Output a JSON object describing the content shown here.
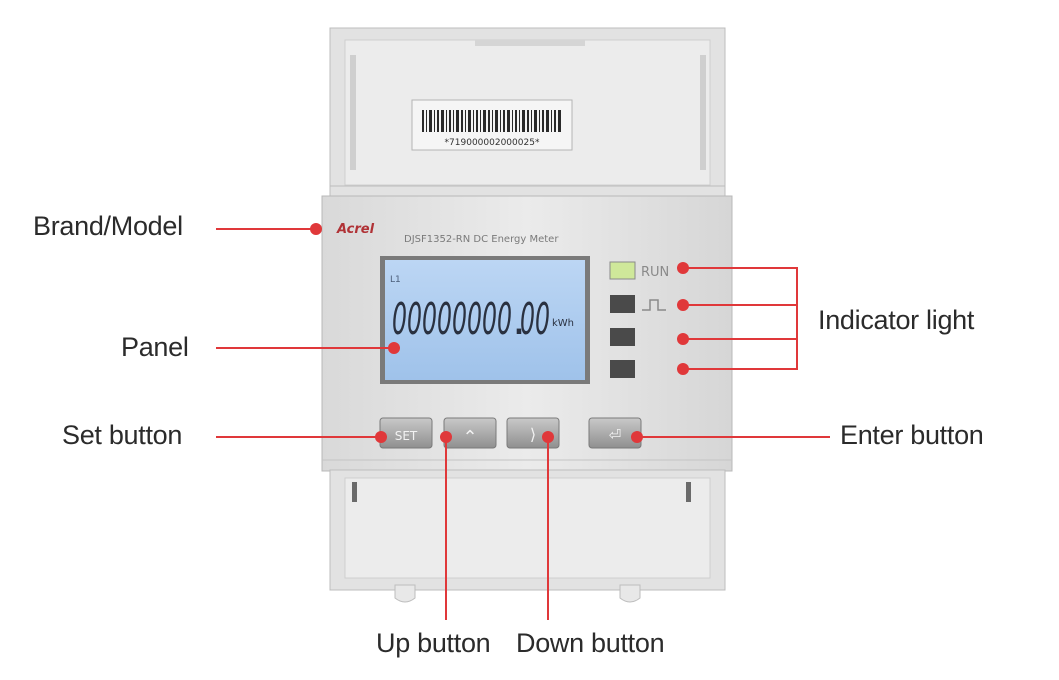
{
  "callouts": {
    "brand_model": "Brand/Model",
    "panel": "Panel",
    "set_button": "Set button",
    "indicator_light": "Indicator light",
    "enter_button": "Enter button",
    "up_button": "Up button",
    "down_button": "Down button"
  },
  "meter": {
    "barcode_number": "*719000002000025*",
    "brand": "Acrel",
    "model": "DJSF1352-RN DC Energy Meter",
    "lcd_reading": "00000000",
    "lcd_decimal": ".",
    "lcd_reading_tail": "00",
    "lcd_unit": "kWh",
    "lcd_corner": "L1",
    "indicator_run": "RUN",
    "button_set": "SET",
    "button_up": "⌃",
    "button_down": "⟩",
    "button_enter": "⏎"
  },
  "colors": {
    "callout_red": "#e0383a",
    "lcd_blue": "#a9c9ee",
    "housing": "#e6e6e6",
    "run_led": "#cfe89a"
  }
}
